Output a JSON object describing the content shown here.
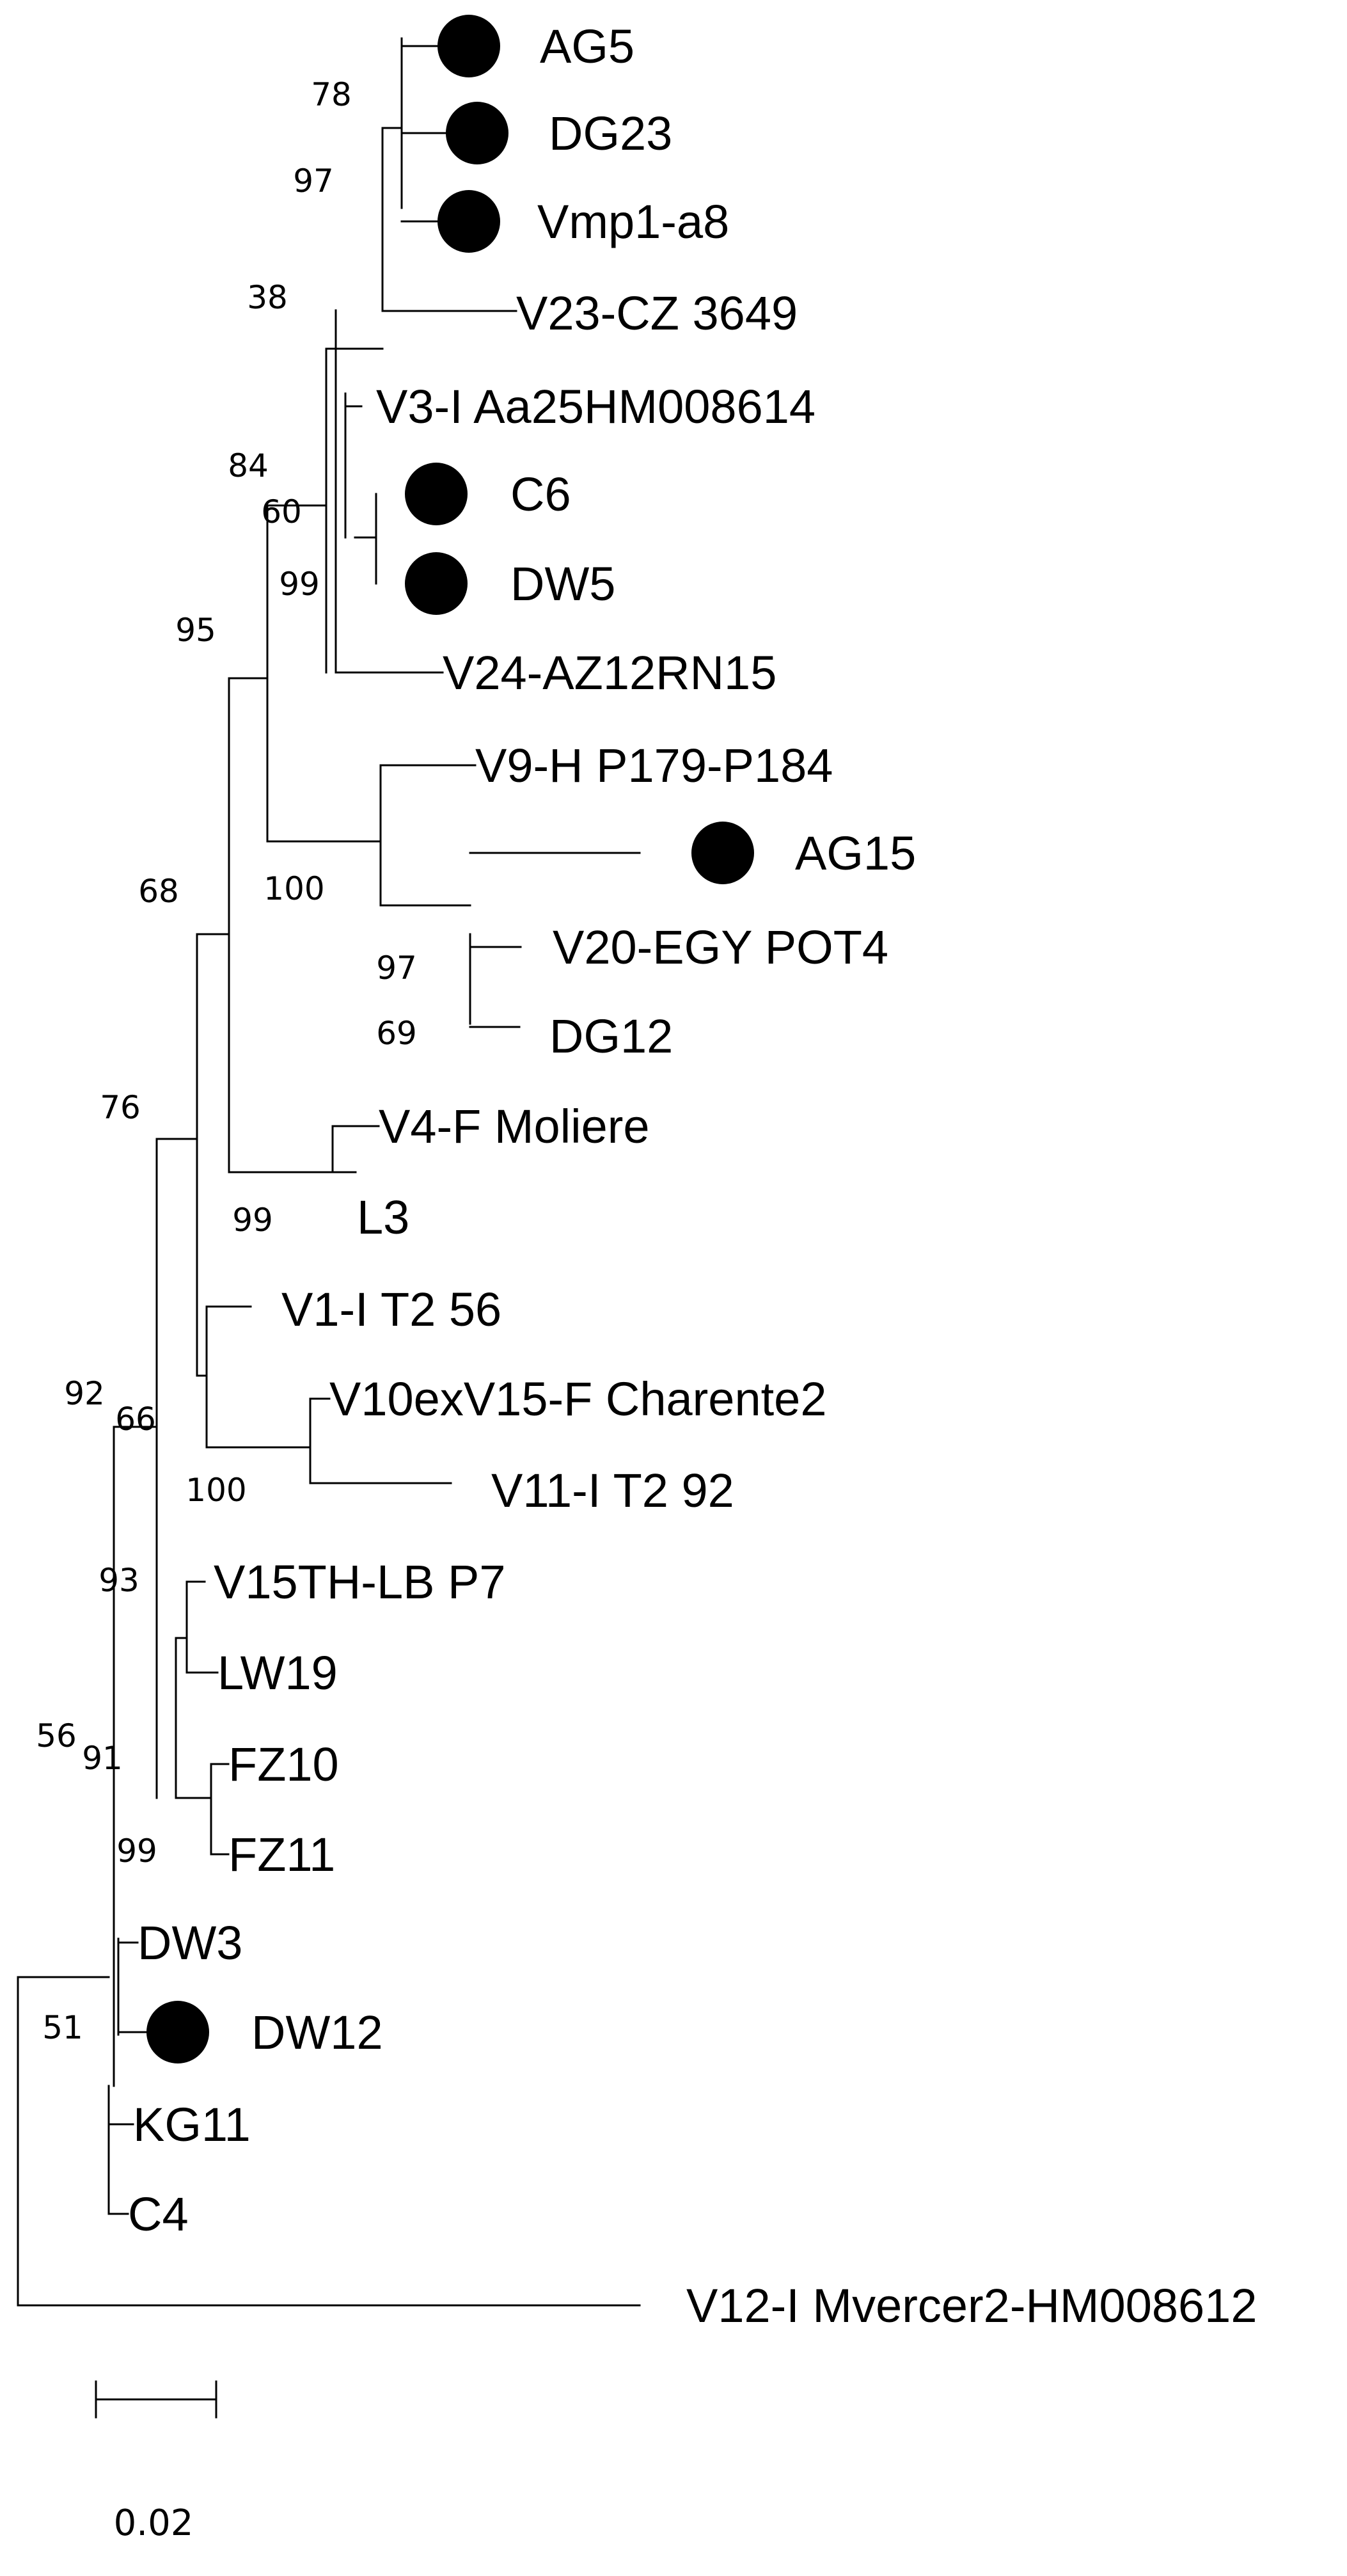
{
  "tree": {
    "marker_color": "#000000",
    "line_color": "#000000",
    "taxa": [
      {
        "id": "AG5",
        "label": "AG5",
        "marker": true
      },
      {
        "id": "DG23",
        "label": "DG23",
        "marker": true
      },
      {
        "id": "Vmp1-a8",
        "label": "Vmp1-a8",
        "marker": true
      },
      {
        "id": "V23-CZ3649",
        "label": "V23-CZ 3649",
        "marker": false
      },
      {
        "id": "V3-IAa25",
        "label": "V3-I Aa25HM008614",
        "marker": false
      },
      {
        "id": "C6",
        "label": "C6",
        "marker": true
      },
      {
        "id": "DW5",
        "label": "DW5",
        "marker": true
      },
      {
        "id": "V24-AZ12RN15",
        "label": "V24-AZ12RN15",
        "marker": false
      },
      {
        "id": "V9-H",
        "label": "V9-H P179-P184",
        "marker": false
      },
      {
        "id": "AG15",
        "label": "AG15",
        "marker": true
      },
      {
        "id": "V20-EGY",
        "label": "V20-EGY POT4",
        "marker": false
      },
      {
        "id": "DG12",
        "label": "DG12",
        "marker": false
      },
      {
        "id": "V4-F",
        "label": "V4-F Moliere",
        "marker": false
      },
      {
        "id": "L3",
        "label": "L3",
        "marker": false
      },
      {
        "id": "V1-I",
        "label": "V1-I T2 56",
        "marker": false
      },
      {
        "id": "V10exV15",
        "label": "V10exV15-F Charente2",
        "marker": false
      },
      {
        "id": "V11-I",
        "label": "V11-I T2 92",
        "marker": false
      },
      {
        "id": "V15TH",
        "label": "V15TH-LB P7",
        "marker": false
      },
      {
        "id": "LW19",
        "label": "LW19",
        "marker": false
      },
      {
        "id": "FZ10",
        "label": "FZ10",
        "marker": false
      },
      {
        "id": "FZ11",
        "label": "FZ11",
        "marker": false
      },
      {
        "id": "DW3",
        "label": "DW3",
        "marker": false
      },
      {
        "id": "DW12",
        "label": "DW12",
        "marker": true
      },
      {
        "id": "KG11",
        "label": "KG11",
        "marker": false
      },
      {
        "id": "C4",
        "label": "C4",
        "marker": false
      },
      {
        "id": "V12-I",
        "label": "V12-I Mvercer2-HM008612",
        "marker": false
      }
    ],
    "bootstrap_values": [
      "78",
      "97",
      "38",
      "60",
      "99",
      "84",
      "100",
      "97",
      "69",
      "95",
      "99",
      "100",
      "68",
      "93",
      "99",
      "66",
      "91",
      "92",
      "76",
      "56",
      "51"
    ],
    "scale_bar": {
      "label": "0.02",
      "value": 0.02
    }
  }
}
